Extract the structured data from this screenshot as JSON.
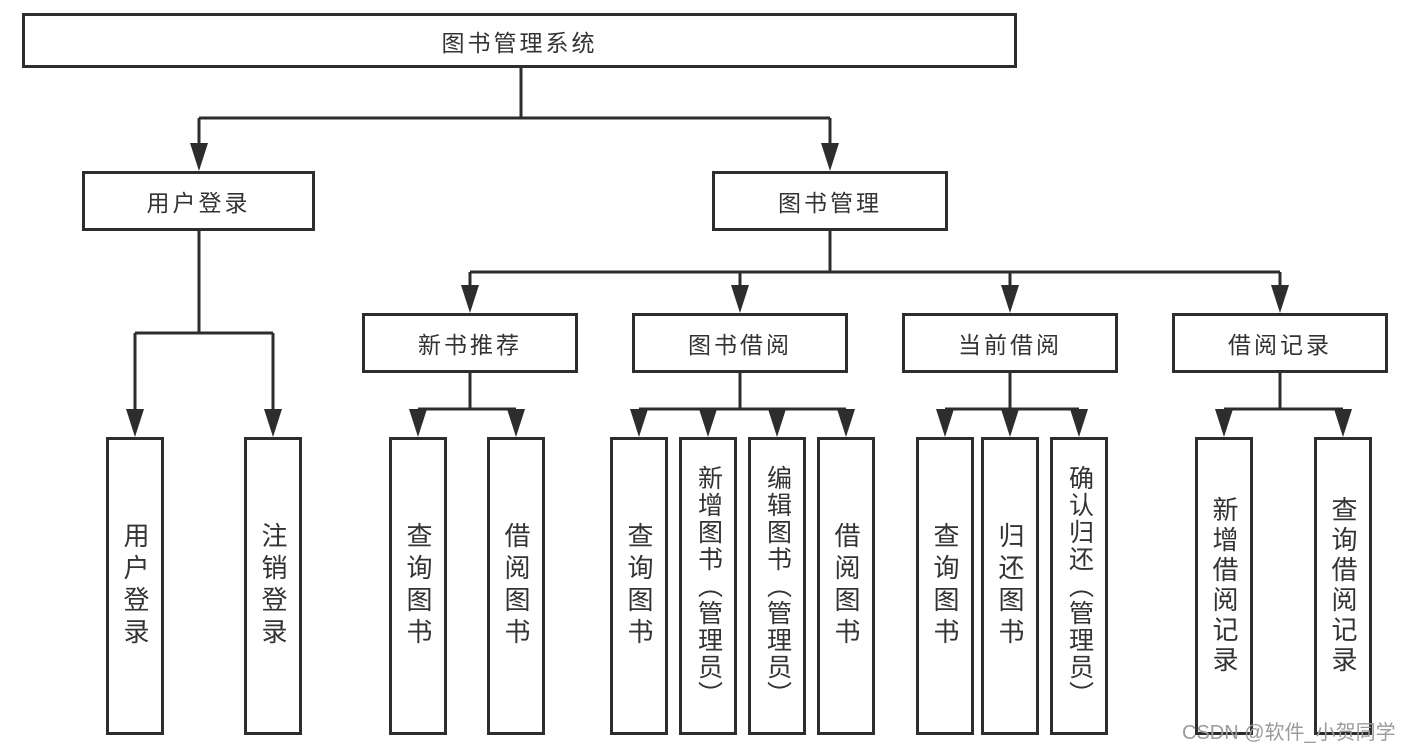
{
  "colors": {
    "line": "#2d2d2d",
    "text": "#333333",
    "watermark": "#9b9b9b",
    "background": "#ffffff"
  },
  "watermark": {
    "text": "CSDN @软件_小贺同学"
  },
  "tree": {
    "root": {
      "label": "图书管理系统",
      "children": [
        {
          "label": "用户登录",
          "children": [
            {
              "label": "用户登录"
            },
            {
              "label": "注销登录"
            }
          ]
        },
        {
          "label": "图书管理",
          "children": [
            {
              "label": "新书推荐",
              "children": [
                {
                  "label": "查询图书"
                },
                {
                  "label": "借阅图书"
                }
              ]
            },
            {
              "label": "图书借阅",
              "children": [
                {
                  "label": "查询图书"
                },
                {
                  "label": "新增图书（管理员）"
                },
                {
                  "label": "编辑图书（管理员）"
                },
                {
                  "label": "借阅图书"
                }
              ]
            },
            {
              "label": "当前借阅",
              "children": [
                {
                  "label": "查询图书"
                },
                {
                  "label": "归还图书"
                },
                {
                  "label": "确认归还（管理员）"
                }
              ]
            },
            {
              "label": "借阅记录",
              "children": [
                {
                  "label": "新增借阅记录"
                },
                {
                  "label": "查询借阅记录"
                }
              ]
            }
          ]
        }
      ]
    }
  }
}
